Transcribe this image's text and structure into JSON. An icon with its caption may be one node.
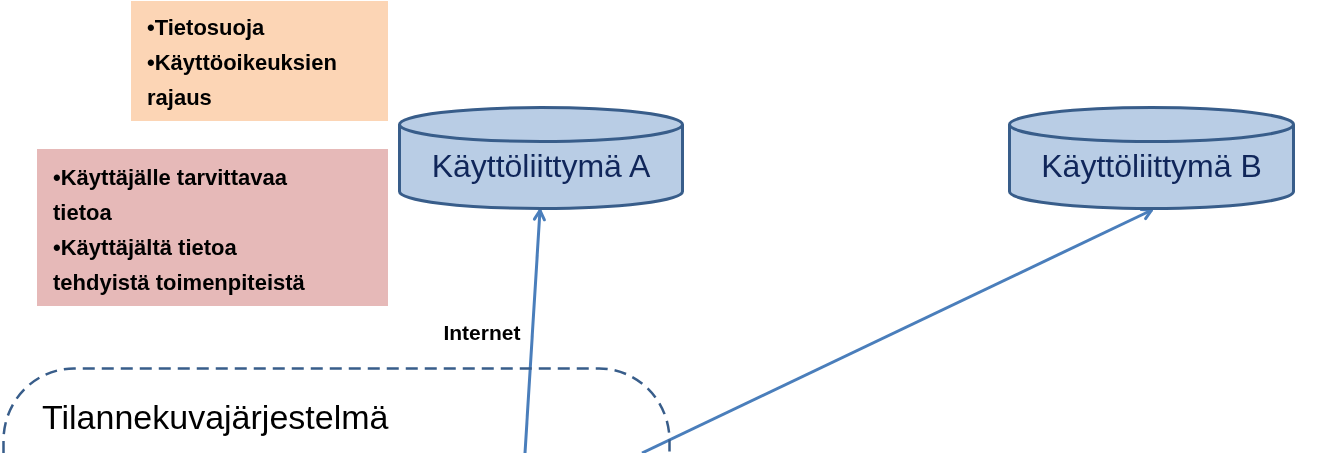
{
  "diagram": {
    "nodes": [
      {
        "text": [
          "•Tietosuoja",
          "•Käyttöoikeuksien rajaus"
        ]
      },
      {
        "text": [
          "Käyttöliittymä A"
        ]
      },
      {
        "text": [
          "Käyttöliittymä B"
        ]
      },
      {
        "text": [
          "•Käyttäjälle tarvittavaa tietoa",
          "•Käyttäjältä tietoa tehdyistä toimenpiteistä"
        ]
      },
      {
        "text": [
          "Tilannekuvajärjestelmä"
        ]
      }
    ],
    "edges": [
      {
        "from": 4,
        "to": 1,
        "arrow": "to",
        "label": "Internet"
      },
      {
        "from": 4,
        "to": 2,
        "arrow": "to"
      }
    ]
  }
}
